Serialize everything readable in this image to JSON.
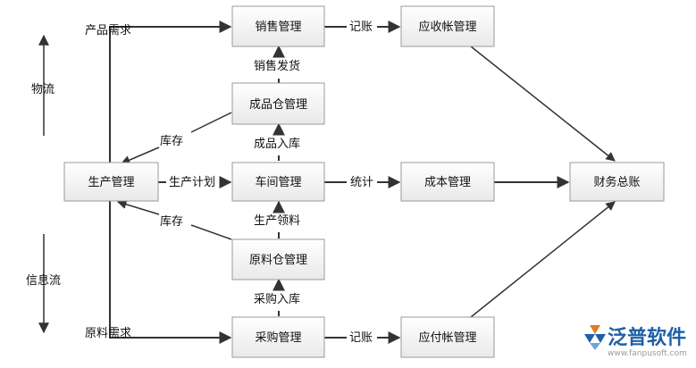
{
  "nodes": {
    "sales": "销售管理",
    "receivable": "应收帐管理",
    "finished_goods": "成品仓管理",
    "production": "生产管理",
    "workshop": "车间管理",
    "cost": "成本管理",
    "ledger": "财务总账",
    "raw_material": "原料仓管理",
    "purchase": "采购管理",
    "payable": "应付帐管理"
  },
  "labels": {
    "product_demand": "产品需求",
    "bookkeeping_top": "记账",
    "sales_shipment": "销售发货",
    "inventory_top": "库存",
    "finished_inbound": "成品入库",
    "production_plan": "生产计划",
    "statistics": "统计",
    "inventory_bottom": "库存",
    "production_requisition": "生产领料",
    "purchase_inbound": "采购入库",
    "raw_demand": "原料需求",
    "bookkeeping_bottom": "记账"
  },
  "side": {
    "logistics": "物流",
    "information_flow": "信息流"
  },
  "logo": {
    "name": "泛普软件",
    "url": "www.fanpusoft.com"
  }
}
